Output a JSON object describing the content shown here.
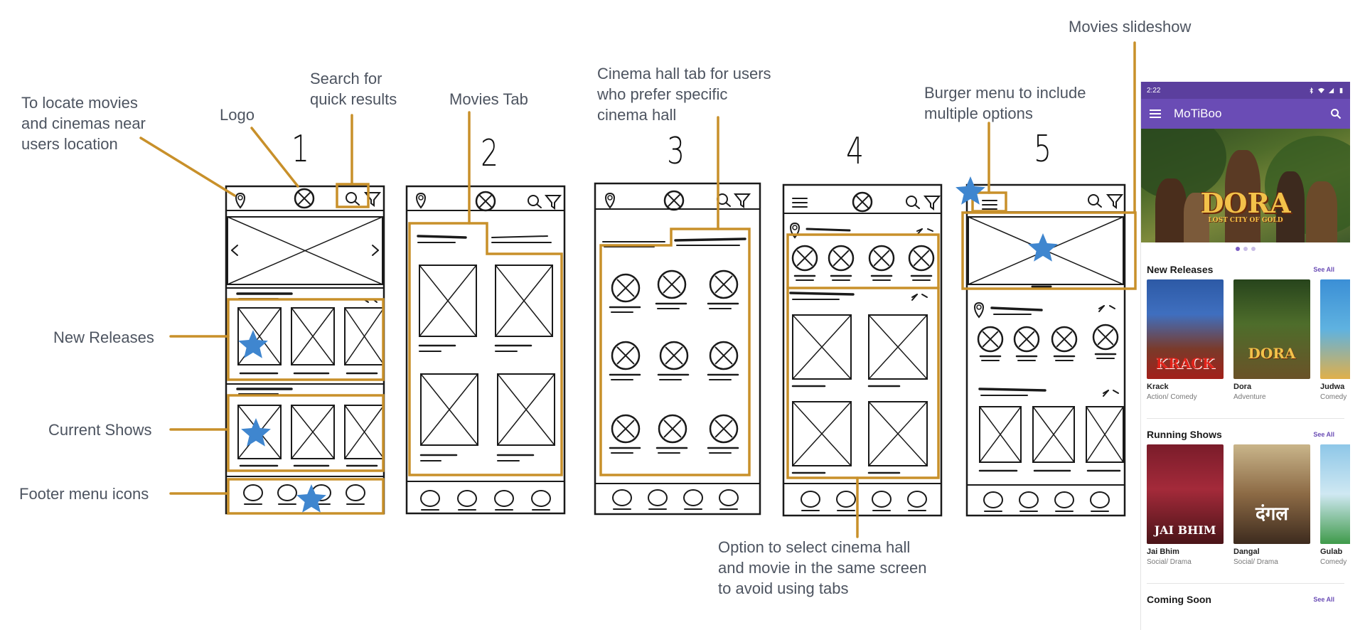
{
  "annotations": {
    "locate": "To locate movies\nand cinemas near\nusers location",
    "logo": "Logo",
    "search": "Search for\nquick results",
    "movies_tab": "Movies Tab",
    "cinema_tab": "Cinema hall tab for users\nwho prefer specific\ncinema hall",
    "burger": "Burger menu to include\nmultiple options",
    "slideshow": "Movies slideshow",
    "new_releases": "New Releases",
    "current_shows": "Current Shows",
    "footer_icons": "Footer menu icons",
    "option_select": "Option to select cinema hall\nand movie in the same screen\nto avoid using tabs"
  },
  "sketch_numbers": [
    "1",
    "2",
    "3",
    "4",
    "5"
  ],
  "colors": {
    "annotation_box": "#c8902a",
    "star": "#3f86cf",
    "app_bar": "#6a4cb5",
    "status_bar": "#5b3f9e",
    "ink": "#1a1a1a"
  },
  "app": {
    "status_time": "2:22",
    "status_icons": [
      "bluetooth-icon",
      "wifi-icon",
      "signal-icon",
      "battery-icon"
    ],
    "title": "MoTiBoo",
    "hero_title": "DORA",
    "hero_subtitle": "LOST CITY OF GOLD",
    "sections": [
      {
        "title": "New Releases",
        "see_all": "See All",
        "movies": [
          {
            "title": "Krack",
            "genre": "Action/ Comedy",
            "poster_text": "KRACK"
          },
          {
            "title": "Dora",
            "genre": "Adventure",
            "poster_text": "DORA"
          },
          {
            "title": "Judwa",
            "genre": "Comedy",
            "poster_text": ""
          }
        ]
      },
      {
        "title": "Running Shows",
        "see_all": "See All",
        "movies": [
          {
            "title": "Jai Bhim",
            "genre": "Social/ Drama",
            "poster_text": "JAI BHIM"
          },
          {
            "title": "Dangal",
            "genre": "Social/ Drama",
            "poster_text": "दंगल"
          },
          {
            "title": "Gulab",
            "genre": "Comedy",
            "poster_text": ""
          }
        ]
      },
      {
        "title": "Coming Soon",
        "see_all": "See All",
        "movies": []
      }
    ]
  }
}
